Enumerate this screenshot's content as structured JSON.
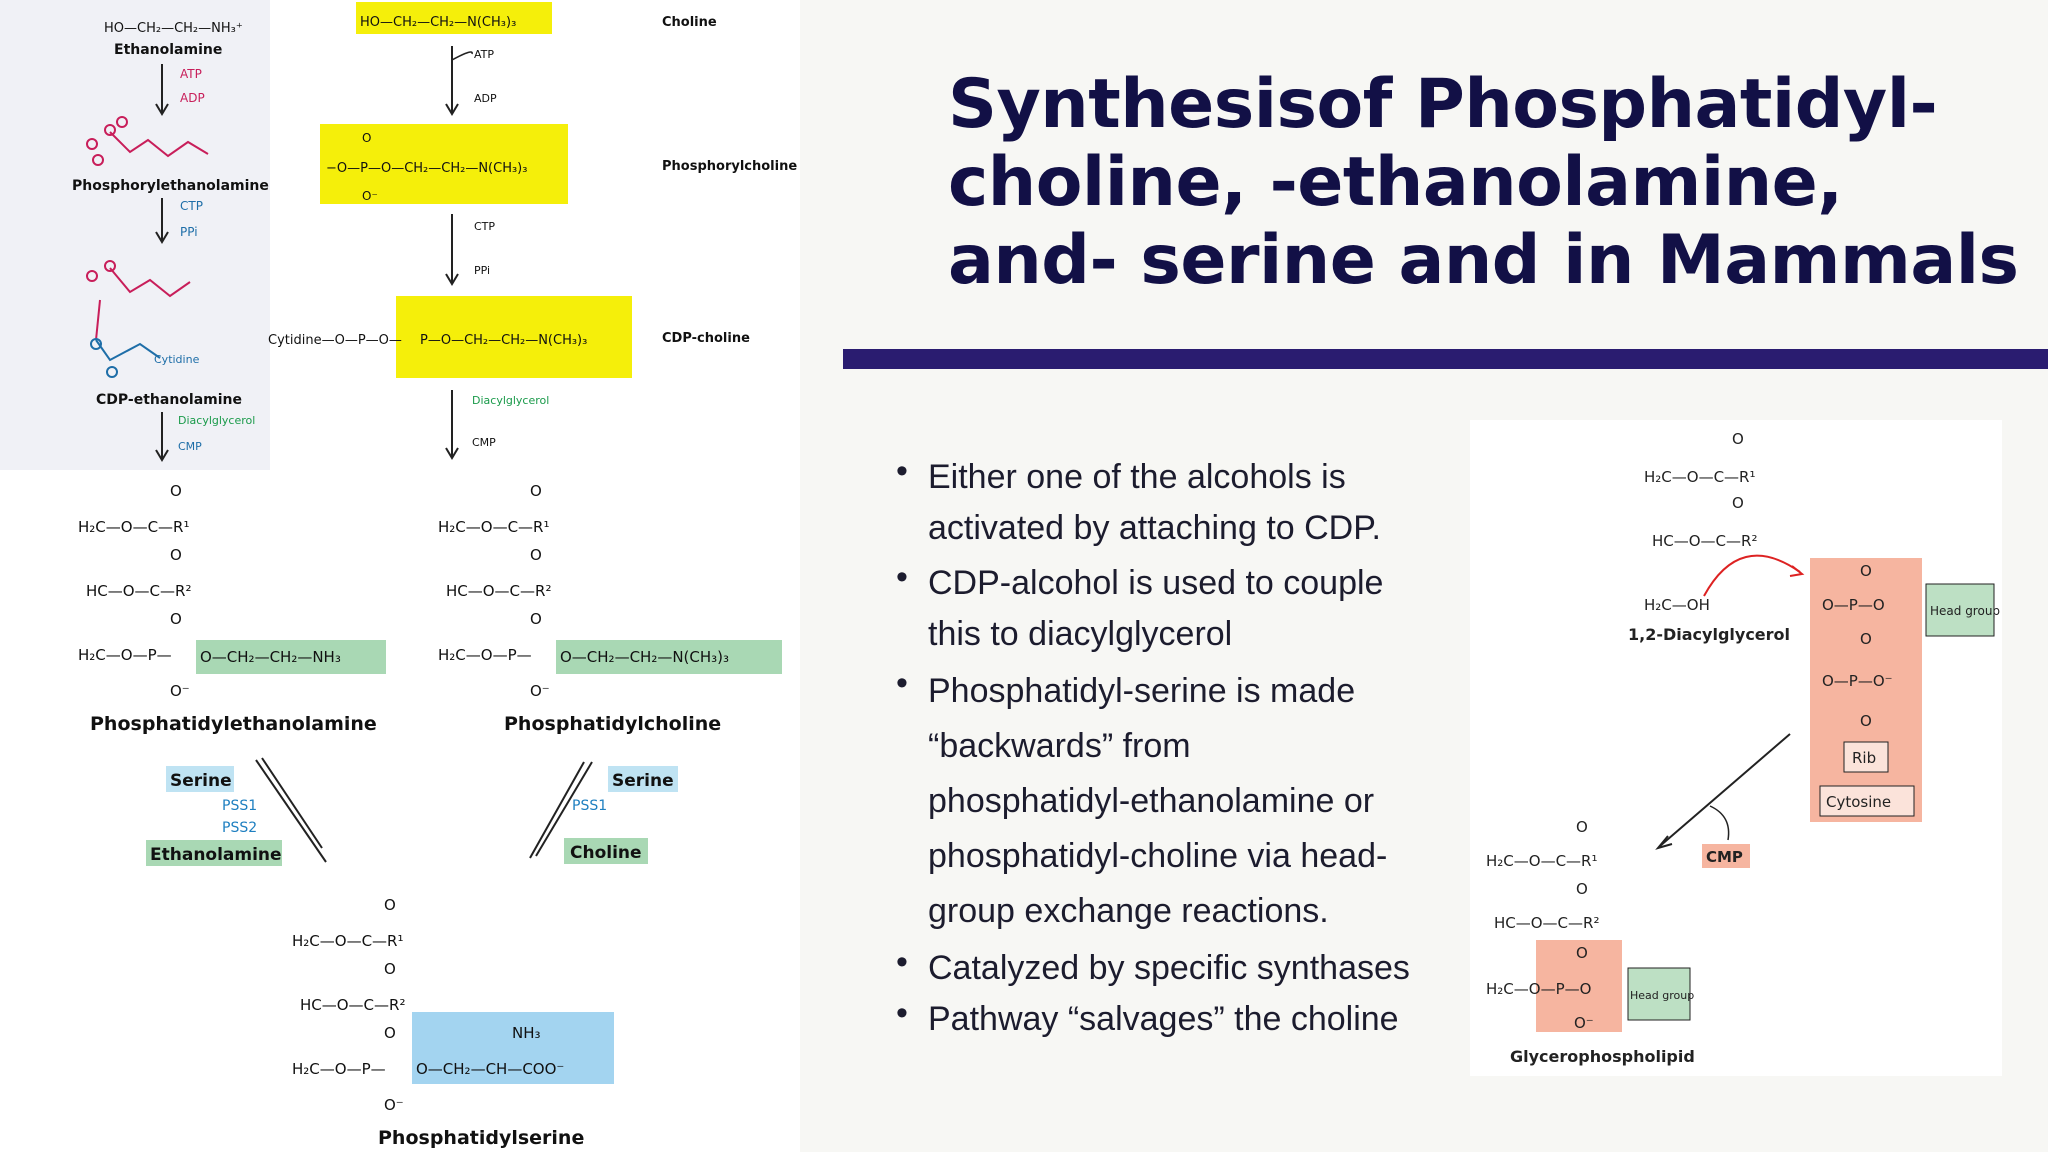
{
  "title": {
    "lines": [
      "Synthesisof Phosphatidyl-",
      "choline, -ethanolamine,",
      "and- serine and in Mammals"
    ]
  },
  "bullets": [
    [
      "Either one of the alcohols is",
      "activated by attaching to CDP."
    ],
    [
      "CDP-alcohol is used to couple",
      "this to diacylglycerol"
    ],
    [
      "Phosphatidyl-serine is made",
      "“backwards” from",
      "phosphatidyl-ethanolamine or",
      "phosphatidyl-choline via head-",
      "group exchange reactions."
    ],
    [
      "Catalyzed by specific synthases"
    ],
    [
      "Pathway “salvages” the choline"
    ]
  ],
  "left_diagram": {
    "ethanolamine_path": {
      "start_formula": "HO—CH₂—CH₂—NH₃⁺",
      "start": "Ethanolamine",
      "step1_in": "ATP",
      "step1_out": "ADP",
      "mid": "Phosphorylethanolamine",
      "step2_in": "CTP",
      "step2_out": "PPi",
      "cdp": "CDP-ethanolamine",
      "cytidine": "Cytidine",
      "step3_in": "Diacylglycerol",
      "step3_out": "CMP"
    },
    "choline_path": {
      "choline_formula": "HO—CH₂—CH₂—N(CH₃)₃",
      "choline_label": "Choline",
      "step1_in": "ATP",
      "step1_out": "ADP",
      "phospho_formula": "−O—P—O—CH₂—CH₂—N(CH₃)₃",
      "phospho_label": "Phosphorylcholine",
      "step2_in": "CTP",
      "step2_out": "PPi",
      "cdp_prefix": "Cytidine—O—P—O—",
      "cdp_formula": "P—O—CH₂—CH₂—N(CH₃)₃",
      "cdp_label": "CDP-choline",
      "step3_in": "Diacylglycerol",
      "step3_out": "CMP"
    },
    "pe": {
      "head": "O—CH₂—CH₂—NH₃",
      "label": "Phosphatidylethanolamine"
    },
    "pc": {
      "head": "O—CH₂—CH₂—N(CH₃)₃",
      "label": "Phosphatidylcholine"
    },
    "ps": {
      "head": "O—CH₂—CH—COO⁻",
      "nh3": "NH₃",
      "label": "Phosphatidylserine"
    },
    "exchange_left": {
      "in": "Serine",
      "enzyme1": "PSS1",
      "enzyme2": "PSS2",
      "out": "Ethanolamine"
    },
    "exchange_right": {
      "in": "Serine",
      "enzyme1": "PSS1",
      "out": "Choline"
    },
    "glycerol": {
      "row1": "H₂C—O—C—R¹",
      "row2": "HC—O—C—R²",
      "row3": "H₂C—O—P—",
      "O": "O",
      "Ominus": "O⁻"
    }
  },
  "right_diagram": {
    "dag_row1": "H₂C—O—C—R¹",
    "dag_row2": "HC—O—C—R²",
    "dag_row3": "H₂C—OH",
    "dag_label": "1,2-Diacylglycerol",
    "p1": "O—P—O",
    "p2": "O—P—O⁻",
    "rib": "Rib",
    "cytosine": "Cytosine",
    "head_group": "Head group",
    "cmp": "CMP",
    "gp_row1": "H₂C—O—C—R¹",
    "gp_row2": "HC—O—C—R²",
    "gp_row3": "H₂C—O—P—O",
    "gp_label": "Glycerophospholipid",
    "O": "O",
    "Ominus": "O⁻"
  }
}
